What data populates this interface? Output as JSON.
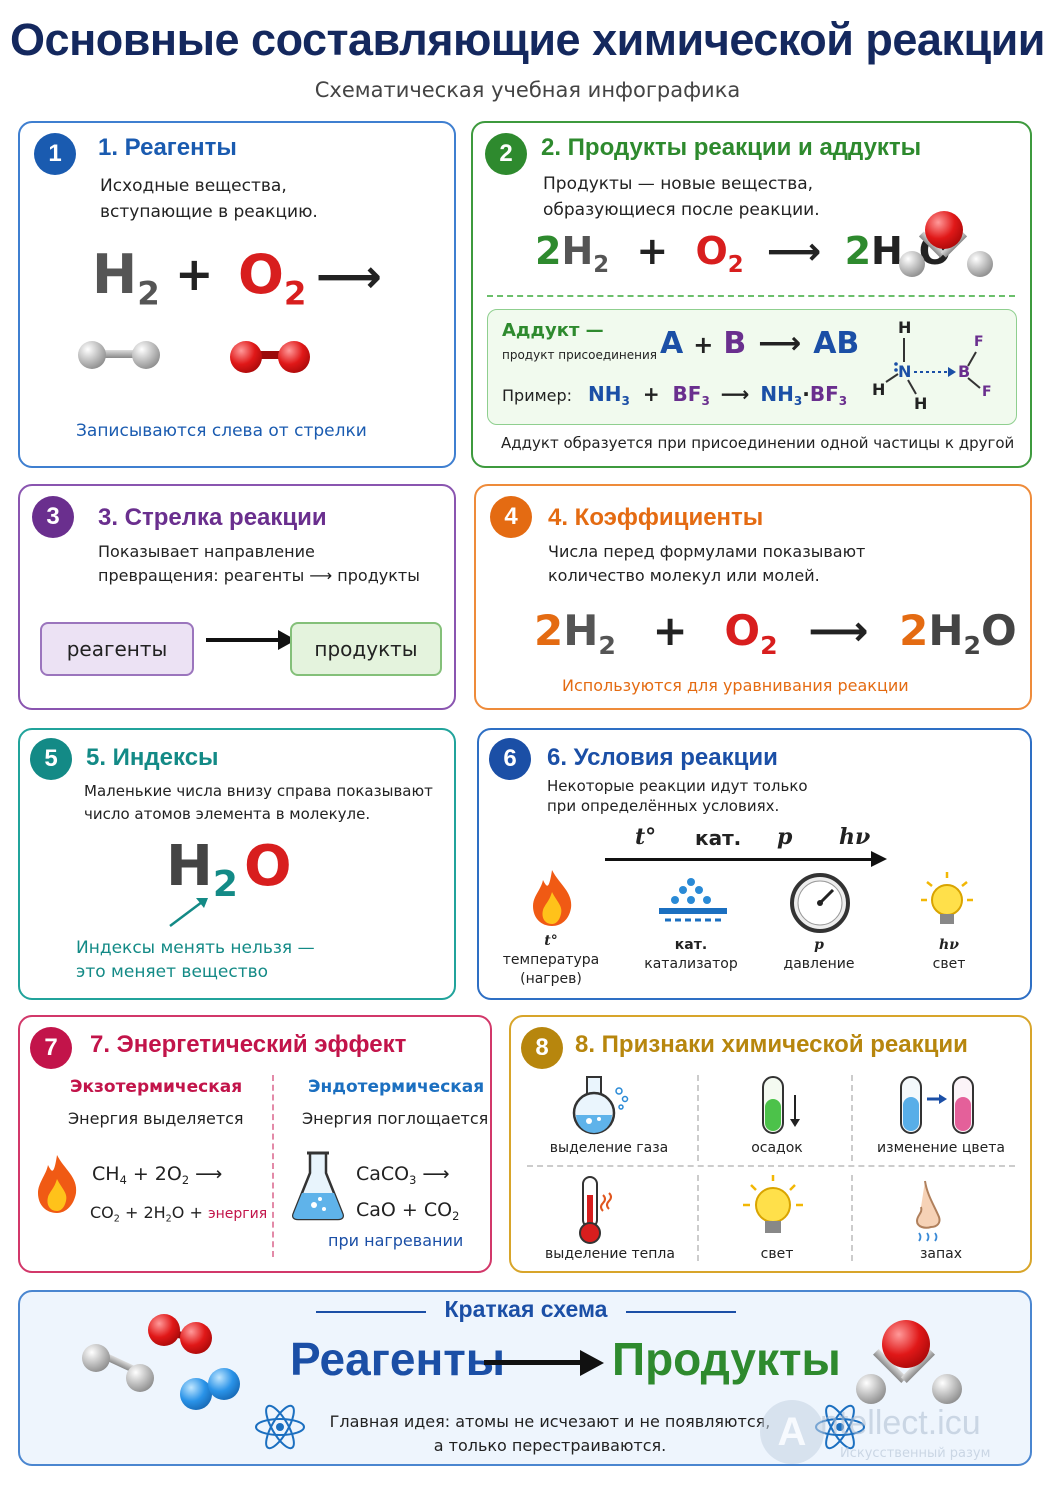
{
  "title": "Основные составляющие химической реакции",
  "subtitle": "Схематическая учебная инфографика",
  "colors": {
    "blue": "#1a5bb0",
    "green": "#2e8a2e",
    "purple": "#6a2f8e",
    "orange": "#e46b12",
    "teal": "#138a86",
    "navy": "#1b4fa6",
    "crimson": "#c2144a",
    "gold": "#b7860d",
    "red": "#d81e1e"
  },
  "card1": {
    "num": "1",
    "title": "1. Реагенты",
    "desc1": "Исходные вещества,",
    "desc2": "вступающие в реакцию.",
    "h": "H",
    "h_sub": "2",
    "plus": "+",
    "o": "O",
    "o_sub": "2",
    "arrow": "⟶",
    "note": "Записываются слева от стрелки"
  },
  "card2": {
    "num": "2",
    "title": "2. Продукты реакции и аддукты",
    "desc1": "Продукты — новые вещества,",
    "desc2": "образующиеся после реакции.",
    "eq_c1": "2",
    "eq_h": "H",
    "eq_h_sub": "2",
    "plus": "+",
    "eq_o": "O",
    "eq_o_sub": "2",
    "arrow": "⟶",
    "eq_c2": "2",
    "eq_h2o_h": "H",
    "eq_h2o_sub": "2",
    "eq_h2o_o": "O",
    "adduct_label": "Аддукт —",
    "adduct_desc": "продукт присоединения",
    "ab_a": "A",
    "ab_plus": "+",
    "ab_b": "B",
    "ab_arrow": "⟶",
    "ab_ab": "AB",
    "example_label": "Пример:",
    "ex_nh": "NH",
    "ex_nh_sub": "3",
    "ex_plus": "+",
    "ex_bf": "BF",
    "ex_bf_sub": "3",
    "ex_arrow": "⟶",
    "ex_prod_nh": "NH",
    "ex_prod_nh_sub": "3",
    "ex_dot": "·",
    "ex_prod_bf": "BF",
    "ex_prod_bf_sub": "3",
    "struct": {
      "h_top": "H",
      "n": "N",
      "h_left": "H",
      "h_bottom": "H",
      "b": "B",
      "f_top": "F",
      "f_bottom": "F"
    },
    "footer": "Аддукт образуется при присоединении одной частицы к другой"
  },
  "card3": {
    "num": "3",
    "title": "3. Стрелка реакции",
    "desc1": "Показывает направление",
    "desc2": "превращения: реагенты ⟶ продукты",
    "box_left": "реагенты",
    "box_right": "продукты"
  },
  "card4": {
    "num": "4",
    "title": "4. Коэффициенты",
    "desc1": "Числа перед формулами показывают",
    "desc2": "количество молекул или молей.",
    "c1": "2",
    "h": "H",
    "h_sub": "2",
    "plus": "+",
    "o": "O",
    "o_sub": "2",
    "arrow": "⟶",
    "c2": "2",
    "w_h": "H",
    "w_sub": "2",
    "w_o": "O",
    "note": "Используются для уравнивания реакции"
  },
  "card5": {
    "num": "5",
    "title": "5. Индексы",
    "desc1": "Маленькие числа внизу справа показывают",
    "desc2": "число атомов элемента в молекуле.",
    "h": "H",
    "sub": "2",
    "o": "O",
    "note1": "Индексы менять нельзя —",
    "note2": "это меняет вещество"
  },
  "card6": {
    "num": "6",
    "title": "6. Условия реакции",
    "desc1": "Некоторые реакции идут только",
    "desc2": "при определённых условиях.",
    "arrow_labels": [
      "t°",
      "кат.",
      "p",
      "hν"
    ],
    "icons": [
      {
        "icon": "flame-icon",
        "sym": "t°",
        "l1": "температура",
        "l2": "(нагрев)"
      },
      {
        "icon": "catalyst-icon",
        "sym": "кат.",
        "l1": "катализатор",
        "l2": ""
      },
      {
        "icon": "gauge-icon",
        "sym": "p",
        "l1": "давление",
        "l2": ""
      },
      {
        "icon": "lightbulb-icon",
        "sym": "hν",
        "l1": "свет",
        "l2": ""
      }
    ]
  },
  "card7": {
    "num": "7",
    "title": "7. Энергетический эффект",
    "exo_title": "Экзотермическая",
    "exo_desc": "Энергия выделяется",
    "exo_l1_ch": "CH",
    "exo_l1_ch_sub": "4",
    "exo_l1_rest": " + 2O",
    "exo_l1_sub": "2",
    "exo_l1_arrow": " ⟶",
    "exo_l2_co": "CO",
    "exo_l2_co_sub": "2",
    "exo_l2_mid": " + 2H",
    "exo_l2_h_sub": "2",
    "exo_l2_o": "O + ",
    "exo_energy": "энергия",
    "endo_title": "Эндотермическая",
    "endo_desc": "Энергия поглощается",
    "endo_l1": "CaCO",
    "endo_l1_sub": "3",
    "endo_l1_arrow": " ⟶",
    "endo_l2": "CaO + CO",
    "endo_l2_sub": "2",
    "endo_note": "при нагревании"
  },
  "card8": {
    "num": "8",
    "title": "8. Признаки химической реакции",
    "items": [
      "выделение газа",
      "осадок",
      "изменение цвета",
      "выделение тепла",
      "свет",
      "запах"
    ]
  },
  "summary": {
    "title": "Краткая схема",
    "left": "Реагенты",
    "right": "Продукты",
    "idea1": "Главная идея: атомы не исчезают и не появляются,",
    "idea2": "а только перестраиваются."
  },
  "watermark": {
    "brand": "ntellect.icu",
    "tagline": "Искусственный разум",
    "letter": "A"
  }
}
